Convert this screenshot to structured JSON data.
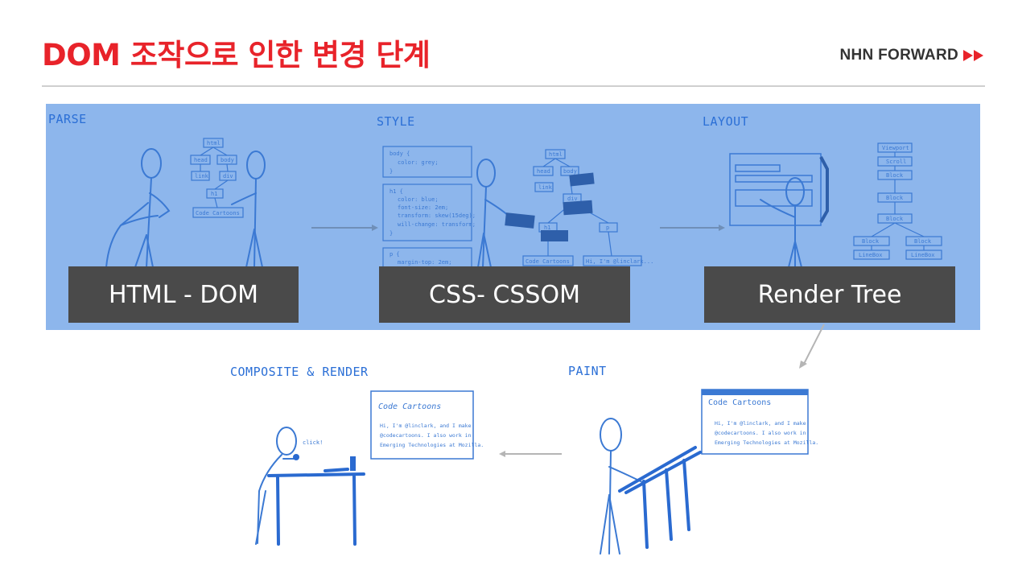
{
  "slide": {
    "title": "DOM 조작으로 인한 변경 단계",
    "brand": "NHN FORWARD",
    "brand_icon": "double-play-arrow-icon",
    "colors": {
      "title": "#e8232a",
      "panel": "#8db6ec",
      "label_box": "#4a4a4a",
      "sketch": "#1f6fd0"
    }
  },
  "stages": {
    "parse": "PARSE",
    "style": "STYLE",
    "layout": "LAYOUT",
    "paint": "PAINT",
    "composite": "COMPOSITE & RENDER"
  },
  "labels": {
    "html_dom": "HTML - DOM",
    "css_cssom": "CSS- CSSOM",
    "render_tree": "Render Tree"
  },
  "illustrations": {
    "dom_tree_nodes": [
      "html",
      "head",
      "body",
      "link",
      "div",
      "h1",
      "Code Cartoons"
    ],
    "css_rules": [
      "body {",
      "color: grey;",
      "}",
      "h1 {",
      "color: blue;",
      "font-size: 2em;",
      "transform: skew(15deg);",
      "will-change: transform;",
      "}",
      "p {",
      "margin-top: 2em;"
    ],
    "cssom_nodes": [
      "html",
      "head",
      "body",
      "link",
      "div",
      "h1",
      "p",
      "Code Cartoons",
      "Hi, I'm @linclark..."
    ],
    "render_tree_nodes": [
      "Viewport",
      "Scroll",
      "Block",
      "Block",
      "Block",
      "Block",
      "Block",
      "LineBox",
      "LineBox"
    ],
    "card_title": "Code Cartoons",
    "card_text": [
      "Hi, I'm @linclark, and I make",
      "@codecartoons. I also work in",
      "Emerging Technologies at Mozilla."
    ],
    "click_text": "click!"
  }
}
